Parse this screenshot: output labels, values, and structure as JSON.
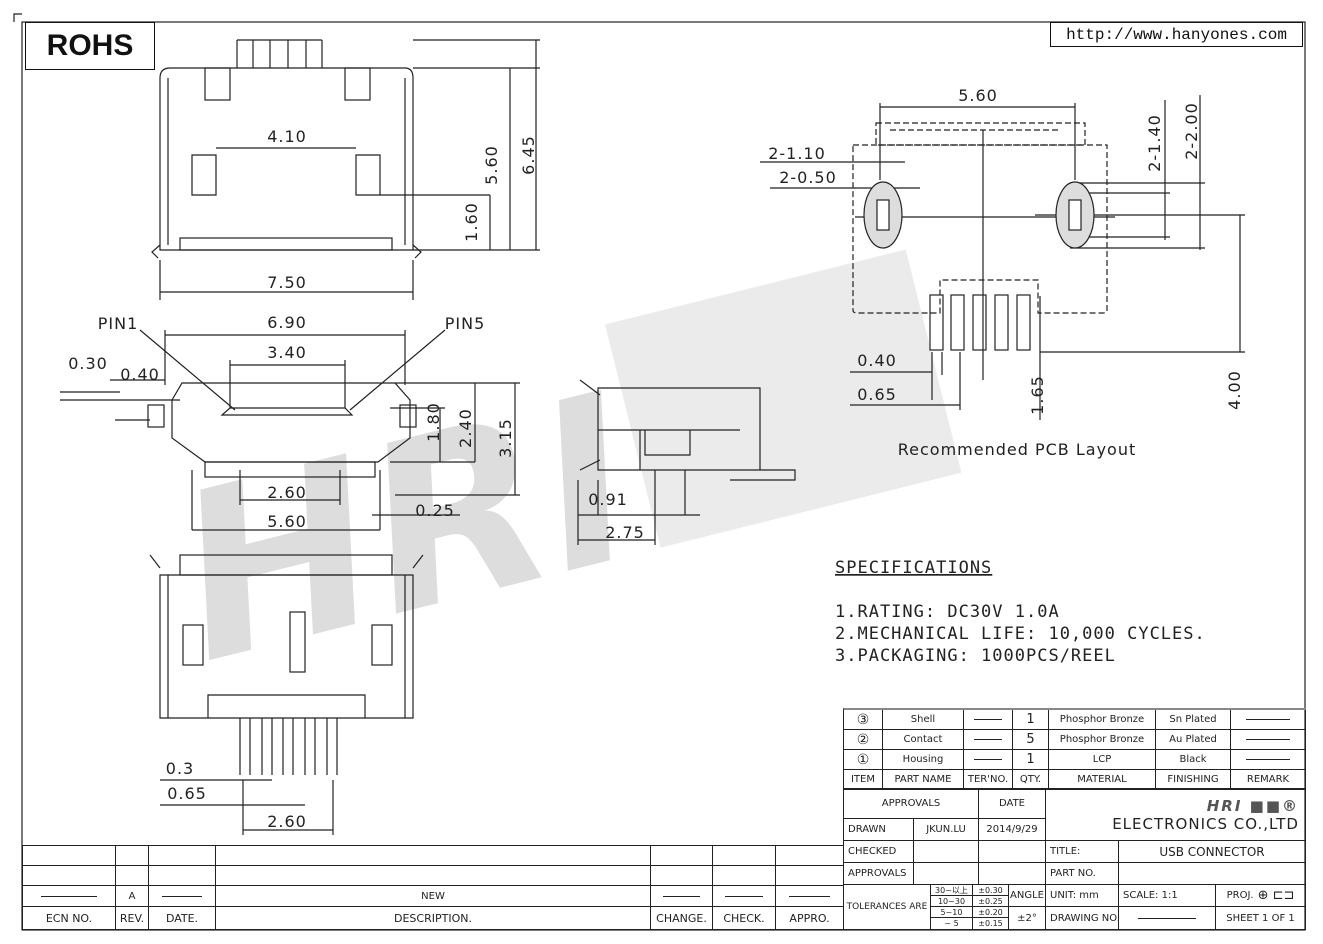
{
  "header": {
    "rohs": "ROHS",
    "url": "http://www.hanyones.com"
  },
  "watermark": {
    "text": "HRI 韓源"
  },
  "top_view": {
    "dim_4_10": "4.10",
    "dim_5_60": "5.60",
    "dim_6_45": "6.45",
    "dim_1_60": "1.60",
    "dim_7_50": "7.50"
  },
  "front_view": {
    "pin1": "PIN1",
    "pin5": "PIN5",
    "dim_6_90": "6.90",
    "dim_3_40": "3.40",
    "dim_0_30": "0.30",
    "dim_0_40": "0.40",
    "dim_1_80": "1.80",
    "dim_2_40": "2.40",
    "dim_3_15": "3.15",
    "dim_2_60": "2.60",
    "dim_5_60": "5.60",
    "dim_0_25": "0.25"
  },
  "side_view": {
    "dim_0_91": "0.91",
    "dim_2_75": "2.75"
  },
  "bottom_view": {
    "dim_0_3": "0.3",
    "dim_0_65": "0.65",
    "dim_2_60": "2.60"
  },
  "pcb_layout": {
    "title": "Recommended PCB Layout",
    "dim_5_60": "5.60",
    "dim_2_1_10": "2-1.10",
    "dim_2_0_50": "2-0.50",
    "dim_2_1_40": "2-1.40",
    "dim_2_2_00": "2-2.00",
    "dim_0_40": "0.40",
    "dim_0_65": "0.65",
    "dim_1_65": "1.65",
    "dim_4_00": "4.00"
  },
  "specifications": {
    "title": "SPECIFICATIONS",
    "items": [
      "1.RATING: DC30V 1.0A",
      "2.MECHANICAL LIFE: 10,000 CYCLES.",
      "3.PACKAGING: 1000PCS/REEL"
    ]
  },
  "bom": {
    "headers": [
      "ITEM",
      "PART NAME",
      "TER'NO.",
      "QTY.",
      "MATERIAL",
      "FINISHING",
      "REMARK"
    ],
    "rows": [
      {
        "item": "③",
        "name": "Shell",
        "qty": "1",
        "material": "Phosphor Bronze",
        "finishing": "Sn Plated"
      },
      {
        "item": "②",
        "name": "Contact",
        "qty": "5",
        "material": "Phosphor Bronze",
        "finishing": "Au Plated"
      },
      {
        "item": "①",
        "name": "Housing",
        "qty": "1",
        "material": "LCP",
        "finishing": "Black"
      }
    ]
  },
  "title_block": {
    "approvals_header": "APPROVALS",
    "date_header": "DATE",
    "drawn_label": "DRAWN",
    "drawn_by": "JKUN.LU",
    "drawn_date": "2014/9/29",
    "checked_label": "CHECKED",
    "approvals_label": "APPROVALS",
    "company_logo": "HRI 韓源",
    "company": "ELECTRONICS CO.,LTD",
    "title_label": "TITLE:",
    "title": "USB CONNECTOR",
    "part_no_label": "PART NO.",
    "tolerances_label": "TOLERANCES ARE",
    "tolerances": [
      {
        "range": "30~以上",
        "value": "±0.30"
      },
      {
        "range": "10~30",
        "value": "±0.25"
      },
      {
        "range": "5~10",
        "value": "±0.20"
      },
      {
        "range": "~ 5",
        "value": "±0.15"
      }
    ],
    "angle_label": "ANGLE",
    "angle_value": "±2°",
    "unit": "UNIT: mm",
    "scale": "SCALE:  1:1",
    "proj": "PROJ.",
    "drawing_no_label": "DRAWING NO.",
    "sheet": "SHEET  1 OF 1"
  },
  "revision_table": {
    "headers": [
      "ECN NO.",
      "REV.",
      "DATE.",
      "DESCRIPTION.",
      "CHANGE.",
      "CHECK.",
      "APPRO."
    ],
    "row": {
      "rev": "A",
      "description": "NEW"
    }
  }
}
